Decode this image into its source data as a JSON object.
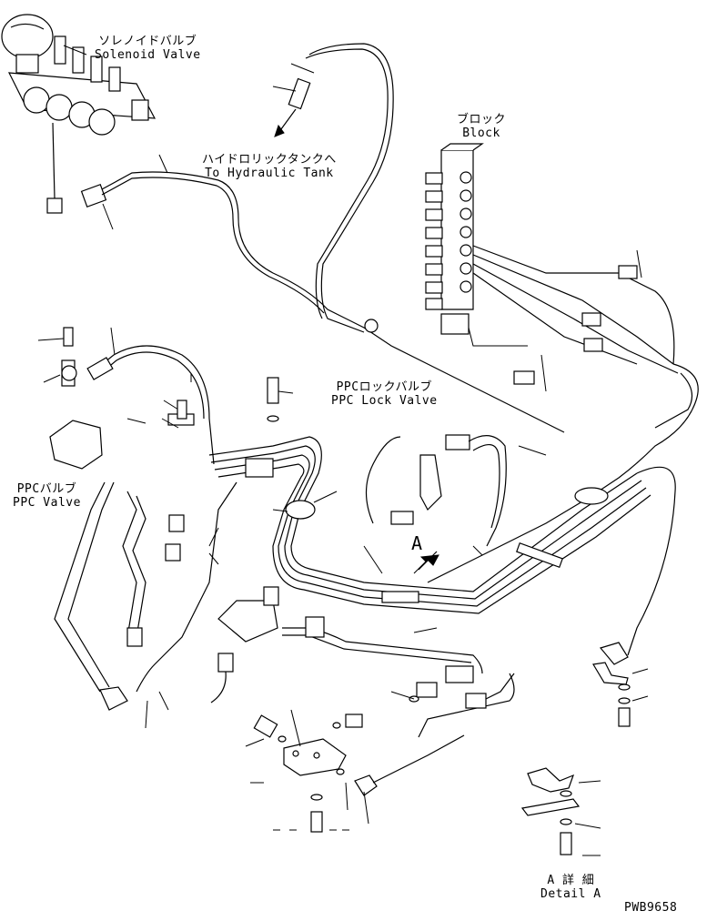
{
  "labels": {
    "solenoid_valve": {
      "jp": "ソレノイドバルブ",
      "en": "Solenoid Valve"
    },
    "hydraulic_tank": {
      "jp": "ハイドロリックタンクへ",
      "en": "To Hydraulic Tank"
    },
    "block": {
      "jp": "ブロック",
      "en": "Block"
    },
    "ppc_lock_valve": {
      "jp": "PPCロックバルブ",
      "en": "PPC Lock Valve"
    },
    "ppc_valve": {
      "jp": "PPCバルブ",
      "en": "PPC Valve"
    },
    "view_a": "A",
    "detail_a": {
      "jp": "A 詳 細",
      "en": "Detail A"
    },
    "drawing_number": "PWB9658"
  }
}
